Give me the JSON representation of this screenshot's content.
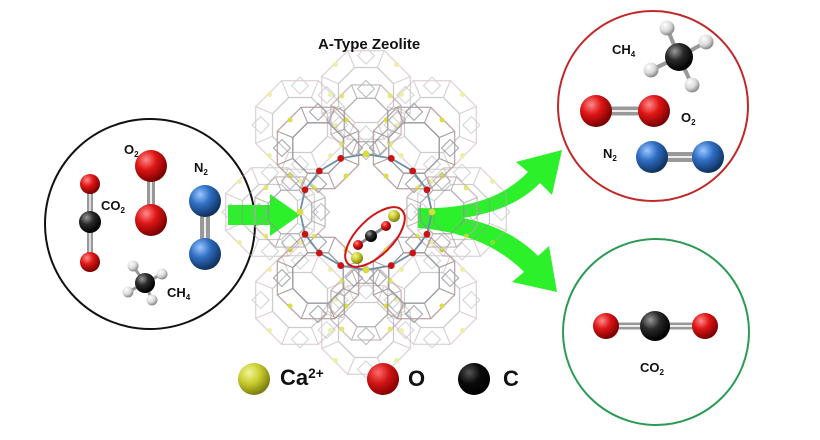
{
  "title": "A-Type Zeolite",
  "input_mixture": {
    "molecules": [
      {
        "name": "O",
        "sub": "2"
      },
      {
        "name": "CO",
        "sub": "2"
      },
      {
        "name": "N",
        "sub": "2"
      },
      {
        "name": "CH",
        "sub": "4"
      }
    ]
  },
  "output_passed": {
    "molecules": [
      {
        "name": "CH",
        "sub": "4"
      },
      {
        "name": "O",
        "sub": "2"
      },
      {
        "name": "N",
        "sub": "2"
      }
    ],
    "border_color": "#c0282a"
  },
  "output_adsorbed": {
    "molecules": [
      {
        "name": "CO",
        "sub": "2"
      }
    ],
    "border_color": "#2c9a55"
  },
  "legend": [
    {
      "symbol": "Ca",
      "sup": "2+",
      "color": "#c9cc2c"
    },
    {
      "symbol": "O",
      "sup": "",
      "color": "#d01515"
    },
    {
      "symbol": "C",
      "sup": "",
      "color": "#0a0a0a"
    }
  ],
  "colors": {
    "arrow": "#2cf12a",
    "input_border": "#111111",
    "oxygen": "#d01515",
    "carbon": "#222222",
    "nitrogen": "#2f6fc4",
    "hydrogen": "#e8e8e8",
    "calcium": "#c9cc2c"
  }
}
